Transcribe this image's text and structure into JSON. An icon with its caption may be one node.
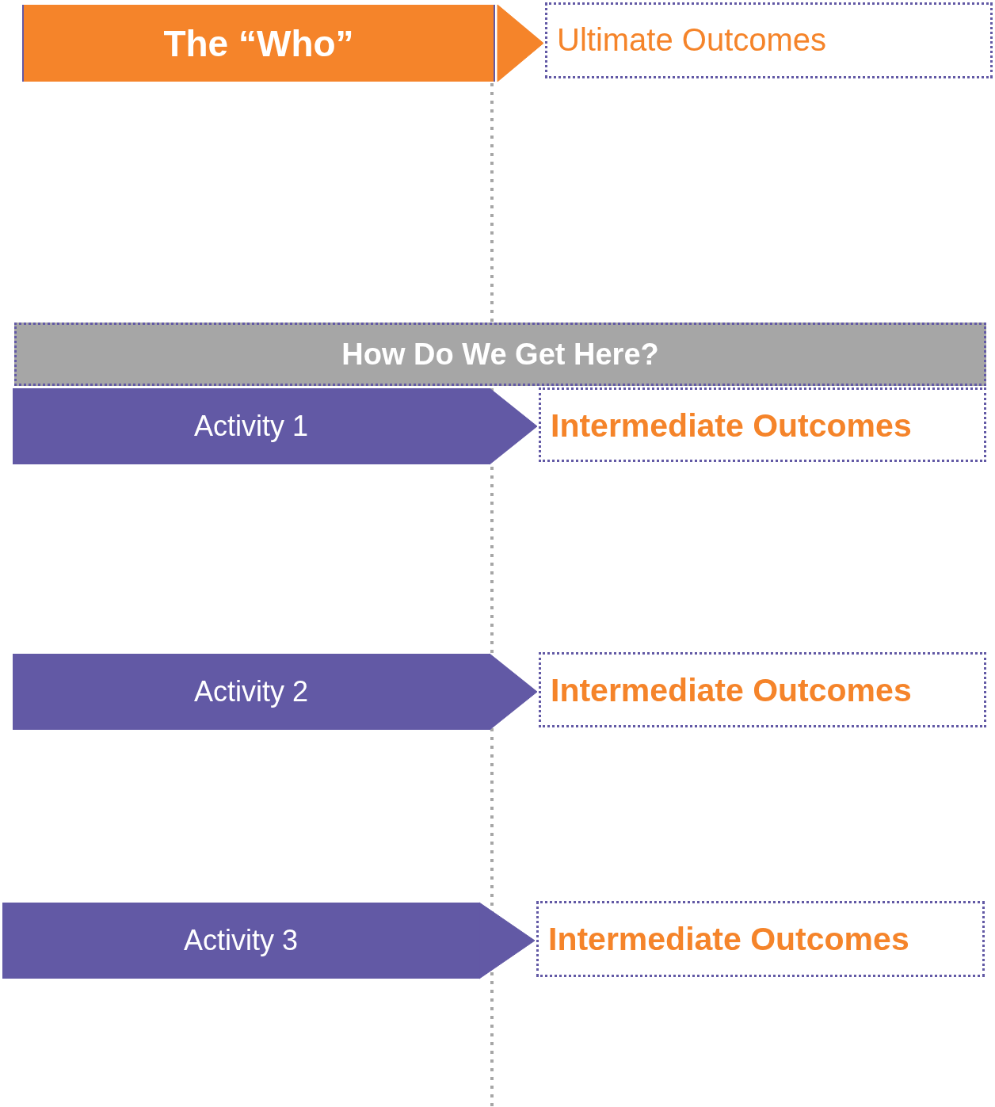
{
  "diagram": {
    "nodes": [
      {
        "text": [
          "The “Who”"
        ]
      },
      {
        "text": [
          "Ultimate Outcomes"
        ]
      },
      {
        "text": [
          "How Do We Get Here?"
        ]
      },
      {
        "text": [
          "Activity 1"
        ]
      },
      {
        "text": [
          "Intermediate Outcomes"
        ]
      },
      {
        "text": [
          "Activity 2"
        ]
      },
      {
        "text": [
          "Intermediate Outcomes"
        ]
      },
      {
        "text": [
          "Activity 3"
        ]
      },
      {
        "text": [
          "Intermediate Outcomes"
        ]
      }
    ],
    "edges": [
      {
        "from": 0,
        "to": 1,
        "arrow": "to",
        "color": "#f5842a"
      },
      {
        "from": 3,
        "to": 4,
        "arrow": "to"
      },
      {
        "from": 5,
        "to": 6,
        "arrow": "to"
      },
      {
        "from": 7,
        "to": 8,
        "arrow": "to"
      }
    ]
  }
}
